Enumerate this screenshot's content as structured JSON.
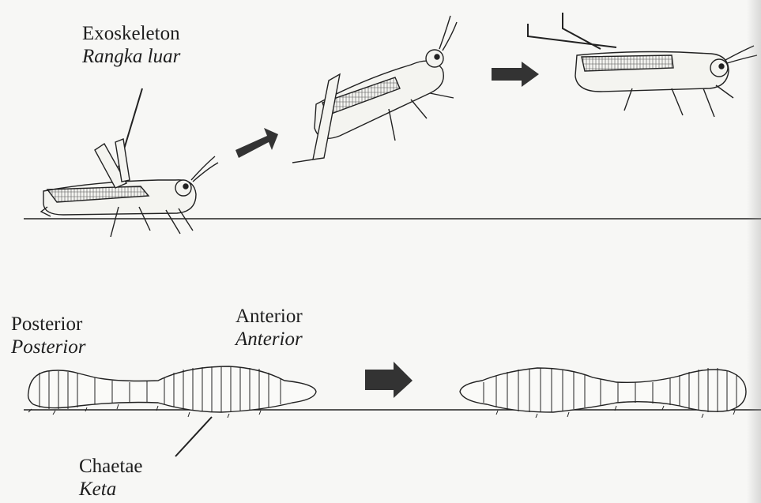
{
  "labels": {
    "exoskeleton": {
      "en": "Exoskeleton",
      "ms": "Rangka luar"
    },
    "posterior": {
      "en": "Posterior",
      "ms": "Posterior"
    },
    "anterior": {
      "en": "Anterior",
      "ms": "Anterior"
    },
    "chaetae": {
      "en": "Chaetae",
      "ms": "Keta"
    }
  },
  "icons": [
    "grasshopper-icon",
    "arrow-icon",
    "earthworm-icon"
  ],
  "colors": {
    "ink": "#1e1e1e",
    "arrow": "#333333",
    "background": "#f7f7f5"
  }
}
